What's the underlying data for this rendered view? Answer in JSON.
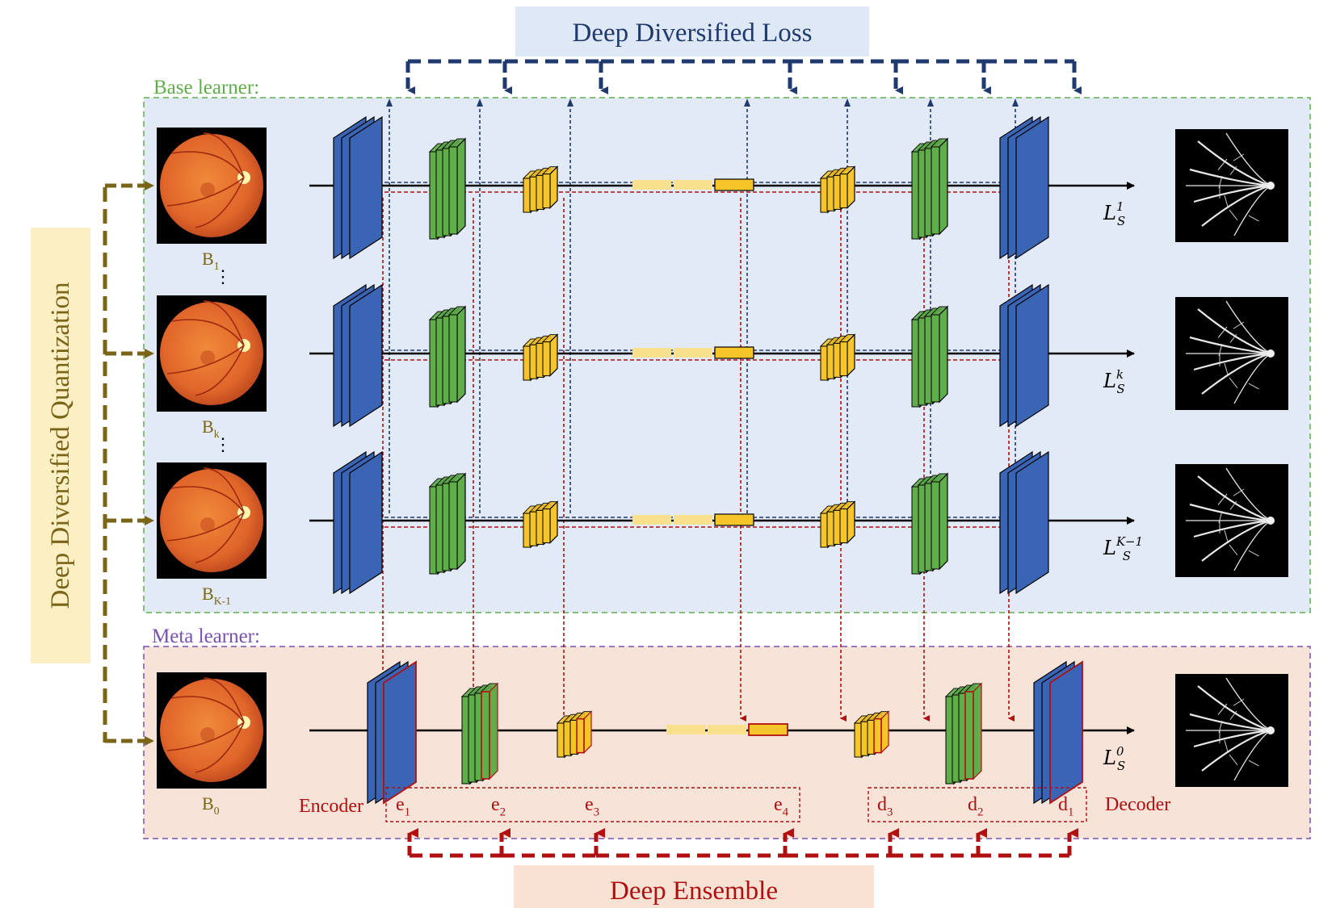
{
  "titles": {
    "top": "Deep Diversified Loss",
    "bottom": "Deep Ensemble",
    "left": "Deep Diversified Quantization"
  },
  "sections": {
    "base": "Base learner:",
    "meta": "Meta learner:"
  },
  "rows": [
    {
      "label": "B",
      "sub": "1",
      "loss_sup": "1"
    },
    {
      "label": "B",
      "sub": "k",
      "loss_sup": "k"
    },
    {
      "label": "B",
      "sub": "K-1",
      "loss_sup": "K−1"
    }
  ],
  "meta_row": {
    "label": "B",
    "sub": "0",
    "loss_sup": "0"
  },
  "loss_symbol": {
    "main": "L",
    "sub": "S"
  },
  "encoder_label": "Encoder",
  "decoder_label": "Decoder",
  "encoder_taps": [
    {
      "main": "e",
      "sub": "1"
    },
    {
      "main": "e",
      "sub": "2"
    },
    {
      "main": "e",
      "sub": "3"
    },
    {
      "main": "e",
      "sub": "4"
    }
  ],
  "decoder_taps": [
    {
      "main": "d",
      "sub": "3"
    },
    {
      "main": "d",
      "sub": "2"
    },
    {
      "main": "d",
      "sub": "1"
    }
  ],
  "ellipsis": "⋮",
  "colors": {
    "base_bg": "#e3eaf7",
    "base_border": "#5fae4a",
    "base_label": "#5fae4a",
    "meta_bg": "#f7e3d8",
    "meta_border": "#7a50b0",
    "meta_label": "#7a50b0",
    "navy": "#1f3a6e",
    "red": "#b01010",
    "olive": "#7a6418",
    "blue_layer": "#3a65b5",
    "green_layer": "#5fae4a",
    "yellow_layer": "#f5c52a",
    "pale_yellow": "#f8e08c",
    "top_box": "#dfe8f6",
    "left_box": "#fcefc4",
    "bottom_box": "#f7e2d4"
  }
}
